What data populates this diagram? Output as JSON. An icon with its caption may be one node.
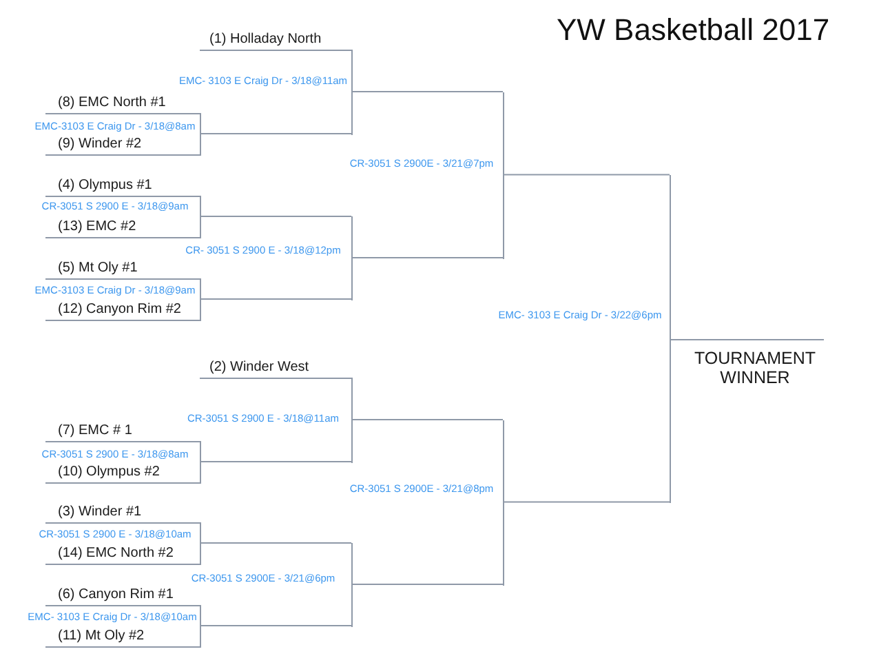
{
  "diagram": {
    "title": "YW Basketball 2017",
    "nodes": [
      {
        "text": [
          "(1) Holladay North"
        ]
      },
      {
        "text": [],
        "shape": "bar"
      },
      {
        "text": [
          "(8) EMC North #1"
        ]
      },
      {
        "text": [],
        "shape": "bar"
      },
      {
        "text": [
          "(9) Winder #2"
        ]
      },
      {
        "text": [],
        "shape": "bar"
      },
      {
        "text": [
          "(4) Olympus #1"
        ]
      },
      {
        "text": [],
        "shape": "bar"
      },
      {
        "text": [
          "(13) EMC #2"
        ]
      },
      {
        "text": [],
        "shape": "bar"
      },
      {
        "text": [
          "(5) Mt Oly #1"
        ]
      },
      {
        "text": [],
        "shape": "bar"
      },
      {
        "text": [
          "(12) Canyon Rim #2"
        ]
      },
      {
        "text": [],
        "shape": "bar"
      },
      {
        "text": [
          "TOURNAMENT WINNER"
        ]
      },
      {
        "text": [
          "(2) Winder West"
        ]
      },
      {
        "text": [],
        "shape": "bar"
      },
      {
        "text": [
          "(7) EMC # 1"
        ]
      },
      {
        "text": [],
        "shape": "bar"
      },
      {
        "text": [
          "(10) Olympus #2"
        ]
      },
      {
        "text": [],
        "shape": "bar"
      },
      {
        "text": [
          "(3) Winder #1"
        ]
      },
      {
        "text": [],
        "shape": "bar"
      },
      {
        "text": [
          "(14) EMC North #2"
        ]
      },
      {
        "text": [],
        "shape": "bar"
      },
      {
        "text": [
          "(6) Canyon Rim #1"
        ]
      },
      {
        "text": [],
        "shape": "bar"
      },
      {
        "text": [
          "(11) Mt Oly #2"
        ]
      }
    ],
    "edges": [
      {
        "from": 3,
        "to": 1,
        "arrow": "none"
      },
      {
        "from": 7,
        "to": 9,
        "arrow": "none"
      },
      {
        "from": 11,
        "to": 9,
        "arrow": "none"
      },
      {
        "from": 1,
        "to": 5,
        "arrow": "none"
      },
      {
        "from": 9,
        "to": 5,
        "arrow": "none"
      },
      {
        "from": 5,
        "to": 13,
        "arrow": "none"
      },
      {
        "from": 18,
        "to": 16,
        "arrow": "none"
      },
      {
        "from": 22,
        "to": 24,
        "arrow": "none"
      },
      {
        "from": 26,
        "to": 24,
        "arrow": "none"
      },
      {
        "from": 16,
        "to": 20,
        "arrow": "none"
      },
      {
        "from": 24,
        "to": 20,
        "arrow": "none"
      },
      {
        "from": 20,
        "to": 13,
        "arrow": "none"
      }
    ],
    "labels": [
      "EMC- 3103 E Craig Dr - 3/18@11am",
      "EMC-3103 E Craig Dr - 3/18@8am",
      "CR-3051 S 2900E - 3/21@7pm",
      "CR-3051 S 2900 E - 3/18@9am",
      "CR- 3051 S 2900 E - 3/18@12pm",
      "EMC-3103 E Craig Dr - 3/18@9am",
      "EMC- 3103 E Craig Dr - 3/22@6pm",
      "CR-3051 S 2900 E - 3/18@11am",
      "CR-3051 S 2900 E - 3/18@8am",
      "CR-3051 S 2900E - 3/21@8pm",
      "CR-3051 S 2900 E - 3/18@10am",
      "CR-3051 S 2900E - 3/21@6pm",
      "EMC- 3103 E Craig Dr - 3/18@10am"
    ]
  }
}
